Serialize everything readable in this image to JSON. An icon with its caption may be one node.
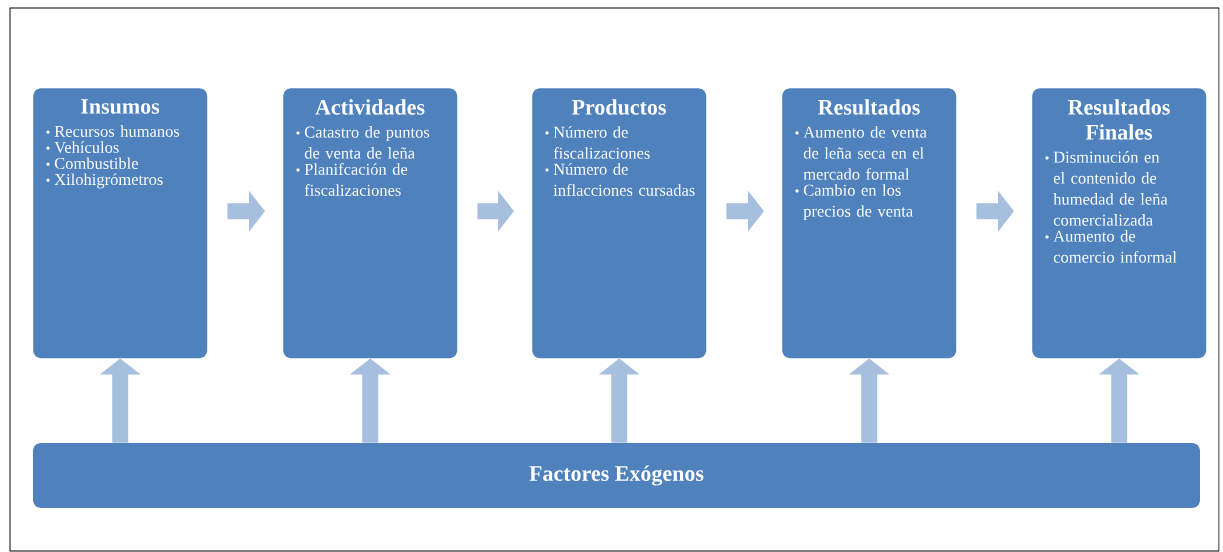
{
  "diagram": {
    "nodes": [
      {
        "text": [
          "Insumos",
          "Recursos humanos",
          "Vehículos",
          "Combustible",
          "Xilohigrómetros"
        ]
      },
      {
        "text": [
          "Actividades",
          "Catastro de puntos de venta de leña",
          "Planifcación de fiscalizaciones"
        ]
      },
      {
        "text": [
          "Productos",
          "Número de fiscalizaciones",
          "Número de inflacciones cursadas"
        ]
      },
      {
        "text": [
          "Resultados",
          "Aumento de venta de leña seca en el mercado formal",
          "Cambio en los precios de venta"
        ]
      },
      {
        "text": [
          "Resultados Finales",
          "Disminución en el contenido de humedad de leña comercializada",
          "Aumento de comercio informal"
        ]
      },
      {
        "text": [
          "Factores Exógenos"
        ]
      }
    ],
    "edges": [
      {
        "from": 0,
        "to": 1,
        "arrow": "to"
      },
      {
        "from": 1,
        "to": 2,
        "arrow": "to"
      },
      {
        "from": 2,
        "to": 3,
        "arrow": "to"
      },
      {
        "from": 3,
        "to": 4,
        "arrow": "to"
      },
      {
        "from": 5,
        "to": 0,
        "arrow": "to"
      },
      {
        "from": 5,
        "to": 1,
        "arrow": "to"
      },
      {
        "from": 5,
        "to": 2,
        "arrow": "to"
      },
      {
        "from": 5,
        "to": 3,
        "arrow": "to"
      },
      {
        "from": 5,
        "to": 4,
        "arrow": "to"
      }
    ]
  }
}
